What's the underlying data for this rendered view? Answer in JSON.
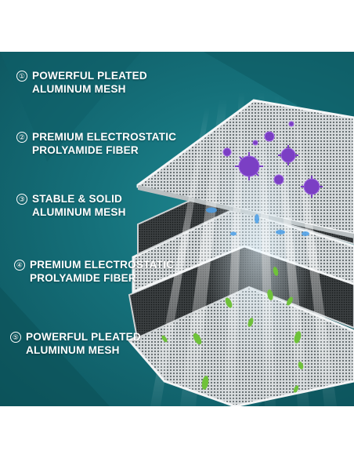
{
  "layers": [
    {
      "number": "①",
      "line1": "POWERFUL PLEATED",
      "line2": "ALUMINUM MESH"
    },
    {
      "number": "②",
      "line1": "PREMIUM ELECTROSTATIC",
      "line2": "PROLYAMIDE FIBER"
    },
    {
      "number": "③",
      "line1": "STABLE & SOLID",
      "line2": "ALUMINUM MESH"
    },
    {
      "number": "④",
      "line1": "PREMIUM ELECTROSTATIC",
      "line2": "PROLYAMIDE FIBER"
    },
    {
      "number": "⑤",
      "line1": "POWERFUL PLEATED",
      "line2": "ALUMINUM MESH"
    }
  ],
  "colors": {
    "background_teal": "#15707a",
    "text": "#ffffff",
    "virus": "#7b3fc4",
    "leaf": "#6fc23a",
    "bacteria": "#3f8fe0"
  },
  "icons": [
    "virus-icon",
    "bacteria-icon",
    "leaf-icon"
  ]
}
